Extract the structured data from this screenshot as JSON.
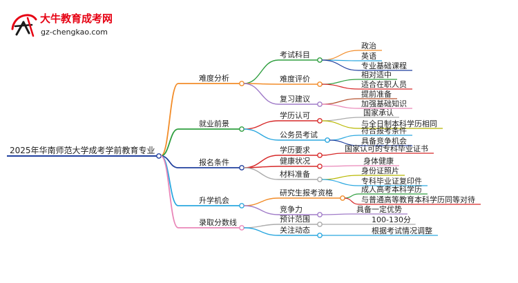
{
  "logo": {
    "title": "大牛教育成考网",
    "url": "gz-chengkao.com",
    "mark_glyph": "大牛",
    "colors": {
      "red": "#e60012",
      "dark": "#1a1a1a"
    }
  },
  "mindmap": {
    "root": "2025年华南师范大学成考学前教育专业",
    "branches": [
      {
        "label": "难度分析",
        "color": "#f28c28",
        "children": [
          {
            "label": "考试科目",
            "color": "#2e9e3e",
            "leaves": [
              {
                "label": "政治",
                "color": "#f28c28"
              },
              {
                "label": "英语",
                "color": "#2aa7df"
              },
              {
                "label": "专业基础课程",
                "color": "#1f3f9e"
              }
            ]
          },
          {
            "label": "难度评价",
            "color": "#f28c28",
            "leaves": [
              {
                "label": "相对适中",
                "color": "#2e9e3e"
              },
              {
                "label": "适合在职人员",
                "color": "#d62828"
              }
            ]
          },
          {
            "label": "复习建议",
            "color": "#a07bc8",
            "leaves": [
              {
                "label": "提前准备",
                "color": "#b5502d"
              },
              {
                "label": "加强基础知识",
                "color": "#e986b8"
              }
            ]
          }
        ]
      },
      {
        "label": "就业前景",
        "color": "#2e9e3e",
        "children": [
          {
            "label": "学历认可",
            "color": "#d62828",
            "leaves": [
              {
                "label": "国家承认",
                "color": "#aaaaaa"
              },
              {
                "label": "与全日制本科学历相同",
                "color": "#b8b800"
              }
            ]
          },
          {
            "label": "公务员考试",
            "color": "#2aa7df",
            "leaves": [
              {
                "label": "符合报考条件",
                "color": "#2aa7df"
              },
              {
                "label": "具备竞争机会",
                "color": "#1f3f9e"
              }
            ]
          }
        ]
      },
      {
        "label": "报名条件",
        "color": "#1f3f9e",
        "children": [
          {
            "label": "学历要求",
            "color": "#d62828",
            "leaves": [
              {
                "label": "国家认可的专科毕业证书",
                "color": "#d62828"
              }
            ]
          },
          {
            "label": "健康状况",
            "color": "#d62828",
            "leaves": [
              {
                "label": "身体健康",
                "color": "#e986b8"
              }
            ]
          },
          {
            "label": "材料准备",
            "color": "#aaaaaa",
            "leaves": [
              {
                "label": "身份证照片",
                "color": "#b8b800"
              },
              {
                "label": "专科毕业证复印件",
                "color": "#2aa7df"
              }
            ]
          }
        ]
      },
      {
        "label": "升学机会",
        "color": "#2aa7df",
        "children": [
          {
            "label": "研究生报考资格",
            "color": "#f28c28",
            "leaves": [
              {
                "label": "成人高考本科学历",
                "color": "#2e9e3e"
              },
              {
                "label": "与普通高等教育本科学历同等对待",
                "color": "#d62828"
              }
            ]
          },
          {
            "label": "竞争力",
            "color": "#a07bc8",
            "leaves": [
              {
                "label": "具备一定优势",
                "color": "#a07bc8"
              }
            ]
          }
        ]
      },
      {
        "label": "录取分数线",
        "color": "#e986b8",
        "children": [
          {
            "label": "预计范围",
            "color": "#aaaaaa",
            "leaves": [
              {
                "label": "100-130分",
                "color": "#aaaaaa"
              }
            ]
          },
          {
            "label": "关注动态",
            "color": "#2aa7df",
            "leaves": [
              {
                "label": "根据考试情况调整",
                "color": "#2aa7df"
              }
            ]
          }
        ]
      }
    ]
  }
}
